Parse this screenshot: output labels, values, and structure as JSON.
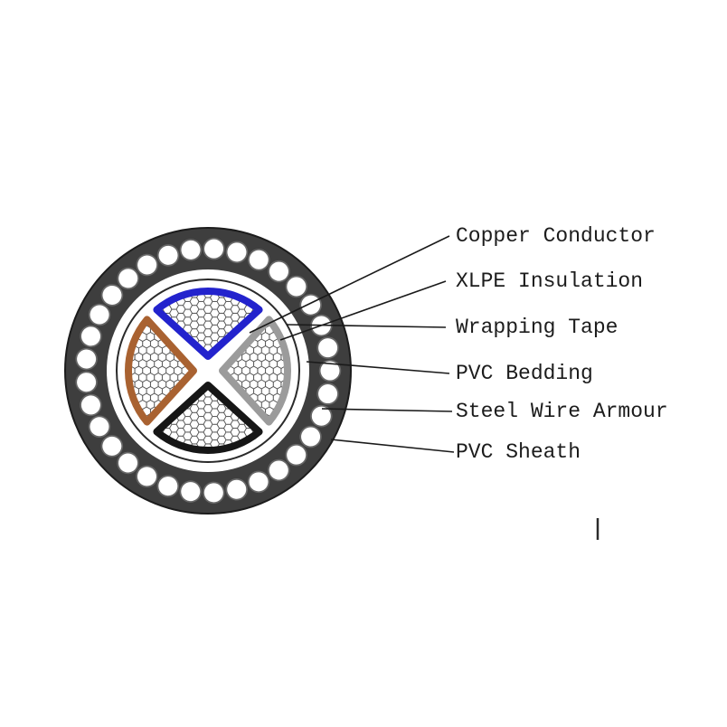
{
  "diagram": {
    "labels": [
      {
        "id": "copper-conductor",
        "text": "Copper Conductor"
      },
      {
        "id": "xlpe-insulation",
        "text": "XLPE Insulation"
      },
      {
        "id": "wrapping-tape",
        "text": "Wrapping Tape"
      },
      {
        "id": "pvc-bedding",
        "text": "PVC Bedding"
      },
      {
        "id": "steel-wire-armour",
        "text": "Steel Wire Armour"
      },
      {
        "id": "pvc-sheath",
        "text": "PVC Sheath"
      }
    ],
    "colors": {
      "pvc_sheath": "#3e3e3e",
      "sheath_outline": "#1c1c1c",
      "armour_bead_fill": "#ffffff",
      "armour_bead_edge": "#666666",
      "bedding_fill": "#ffffff",
      "wrapping_tape_line": "#2a2a2a",
      "insulation_blue": "#2323cd",
      "insulation_gray": "#9b9b9b",
      "insulation_black": "#161616",
      "insulation_brown": "#a96231",
      "mesh_line": "#4a4a4a",
      "leader_line": "#1a1a1a"
    }
  }
}
